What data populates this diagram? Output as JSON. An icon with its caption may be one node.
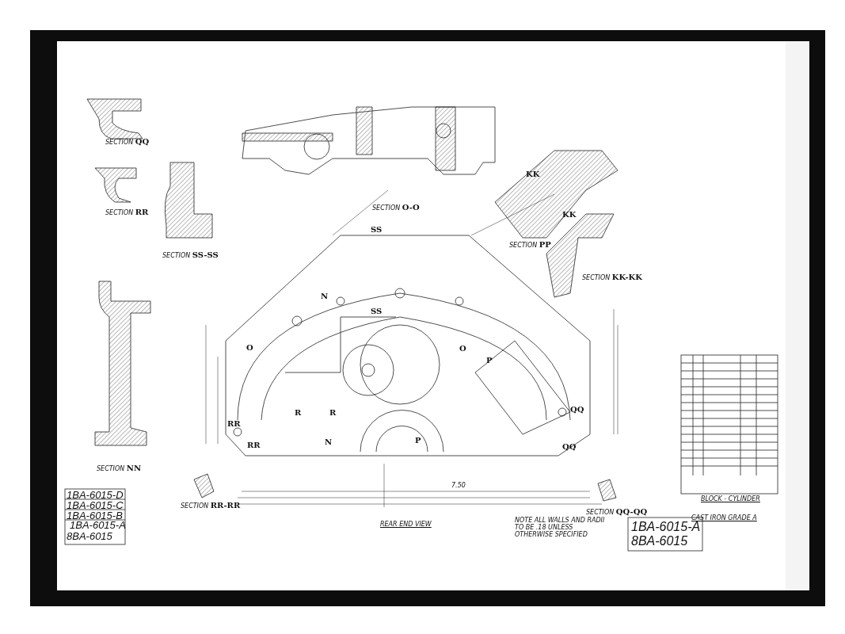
{
  "diagram": {
    "labels": [
      "SECTION **QQ**",
      "SECTION **RR**",
      "SECTION **SS-SS**",
      "SECTION **O-O**",
      "KK",
      "KK",
      "SECTION **PP**",
      "SECTION **KK-KK**",
      "SS",
      "N",
      "SS",
      "O",
      "O",
      "P",
      "R",
      "R",
      "RR",
      "QQ",
      "RR",
      "N",
      "P",
      "QQ",
      "SECTION **NN**",
      "SECTION **RR-RR**",
      "7.50",
      "1BA-6015-D",
      "1BA-6015-C",
      "1BA-6015-B",
      "1BA-6015-A",
      "8BA-6015",
      "REAR END VIEW",
      "NOTE ALL WALLS AND RADII TO BE .18 UNLESS OTHERWISE SPECIFIED",
      "SECTION **QQ-QQ**",
      "BLOCK - CYLINDER",
      "CAST IRON GRADE A",
      "1BA-6015-A",
      "8BA-6015"
    ]
  }
}
